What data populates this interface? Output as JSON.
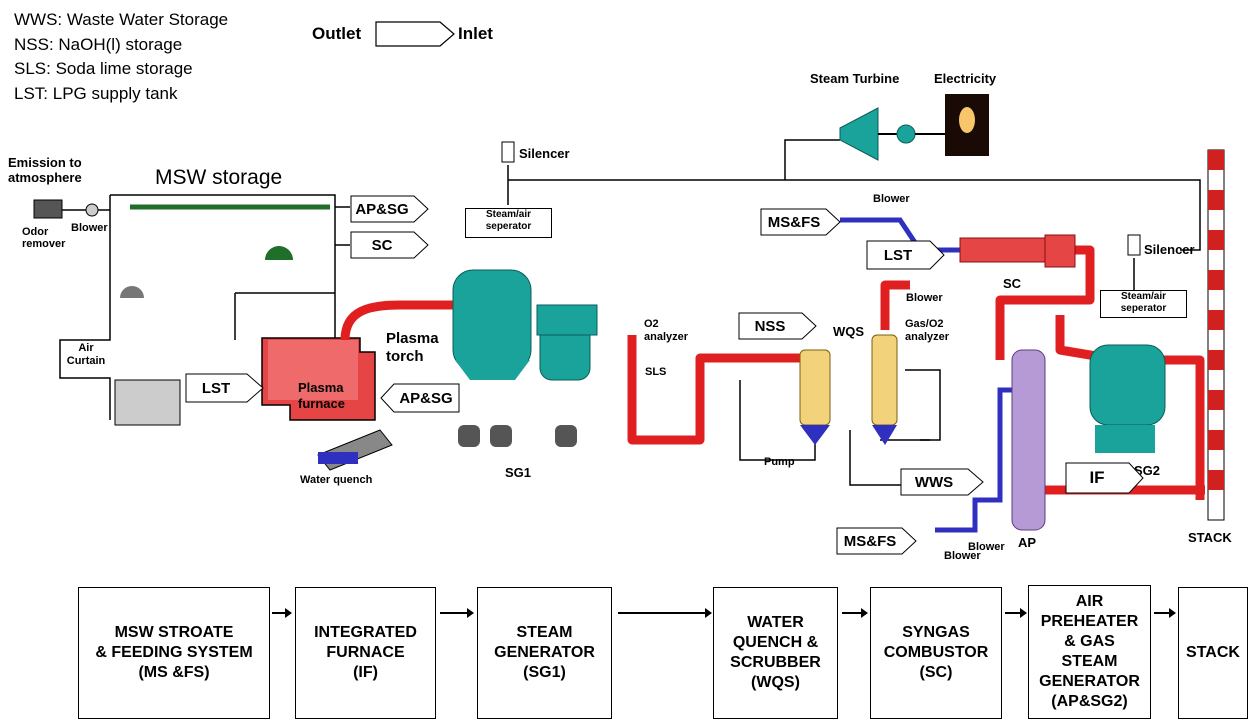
{
  "legend": [
    "WWS: Waste Water Storage",
    "NSS: NaOH(l) storage",
    "SLS: Soda lime storage",
    "LST: LPG supply tank"
  ],
  "outlet_inlet": {
    "outlet": "Outlet",
    "inlet": "Inlet"
  },
  "equipment": {
    "steam_turbine": "Steam Turbine",
    "electricity": "Electricity",
    "silencer1": "Silencer",
    "silencer2": "Silencer",
    "emission": "Emission to atmosphere",
    "msw_storage": "MSW storage",
    "odor_remover": "Odor remover",
    "blower_top": "Blower",
    "steam_air_sep1": "Steam/air seperator",
    "steam_air_sep2": "Steam/air seperator",
    "air_curtain": "Air Curtain",
    "plasma_torch": "Plasma torch",
    "plasma_furnace": "Plasma furnace",
    "water_quench": "Water quench",
    "sg1": "SG1",
    "o2_analyzer": "O2 analyzer",
    "sls": "SLS",
    "pump": "Pump",
    "wqs": "WQS",
    "gas_o2_analyzer": "Gas/O2 analyzer",
    "blower_sc_top": "Blower",
    "blower_sc": "Blower",
    "sc": "SC",
    "sg2": "SG2",
    "ap": "AP",
    "stack": "STACK",
    "blower_ap1": "Blower",
    "blower_ap2": "Blower"
  },
  "tags": {
    "apsg1": "AP&SG",
    "sc": "SC",
    "lst1": "LST",
    "apsg2": "AP&SG",
    "msfs1": "MS&FS",
    "lst2": "LST",
    "nss": "NSS",
    "wws": "WWS",
    "if": "IF",
    "msfs2": "MS&FS"
  },
  "flow": [
    "MSW STROATE\n& FEEDING SYSTEM\n(MS &FS)",
    "INTEGRATED\nFURNACE\n(IF)",
    "STEAM\nGENERATOR\n(SG1)",
    "WATER\nQUENCH &\nSCRUBBER\n(WQS)",
    "SYNGAS\nCOMBUSTOR\n(SC)",
    "AIR\nPREHEATER\n& GAS\nSTEAM\nGENERATOR\n(AP&SG2)",
    "STACK"
  ],
  "colors": {
    "hot_pipe": "#e02020",
    "cold_pipe": "#3030c0",
    "vessel_teal": "#1aa39a",
    "ap_purple": "#b59ad6",
    "wqs_yellow": "#f2d27a"
  }
}
